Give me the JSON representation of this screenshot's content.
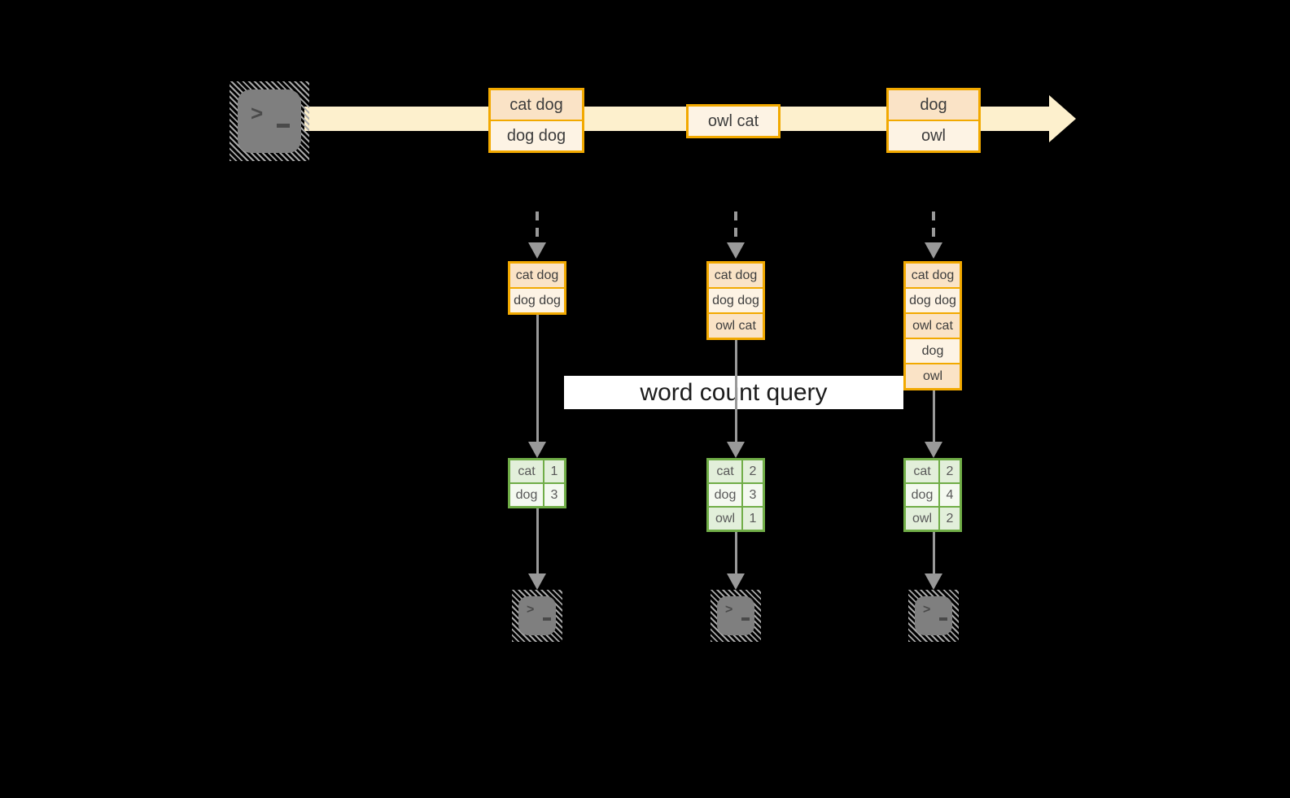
{
  "diagram": {
    "query_label": "word count query",
    "stream": {
      "events": [
        {
          "rows": [
            "cat dog",
            "dog dog"
          ]
        },
        {
          "rows": [
            "owl cat"
          ]
        },
        {
          "rows": [
            "dog",
            "owl"
          ]
        }
      ]
    },
    "columns": [
      {
        "buffer": [
          "cat dog",
          "dog dog"
        ],
        "counts": [
          {
            "word": "cat",
            "count": "1"
          },
          {
            "word": "dog",
            "count": "3"
          }
        ]
      },
      {
        "buffer": [
          "cat dog",
          "dog dog",
          "owl cat"
        ],
        "counts": [
          {
            "word": "cat",
            "count": "2"
          },
          {
            "word": "dog",
            "count": "3"
          },
          {
            "word": "owl",
            "count": "1"
          }
        ]
      },
      {
        "buffer": [
          "cat dog",
          "dog dog",
          "owl cat",
          "dog",
          "owl"
        ],
        "counts": [
          {
            "word": "cat",
            "count": "2"
          },
          {
            "word": "dog",
            "count": "4"
          },
          {
            "word": "owl",
            "count": "2"
          }
        ]
      }
    ],
    "icons": {
      "source": "terminal-icon",
      "sinks": [
        "terminal-icon",
        "terminal-icon",
        "terminal-icon"
      ],
      "prompt_glyph": ">"
    },
    "colors": {
      "background": "#000000",
      "stream_band": "#FDF0CD",
      "event_border": "#F2A900",
      "event_fill_dark": "#FAE3C6",
      "event_fill_light": "#FDF3E4",
      "table_border": "#70AD47",
      "table_fill_dark": "#E2EFDA",
      "table_fill_light": "#F4F9F0",
      "arrow_gray": "#999999",
      "terminal_gray": "#7F7F7F",
      "banner_bg": "#FFFFFF",
      "text": "#3D3D3D"
    }
  }
}
